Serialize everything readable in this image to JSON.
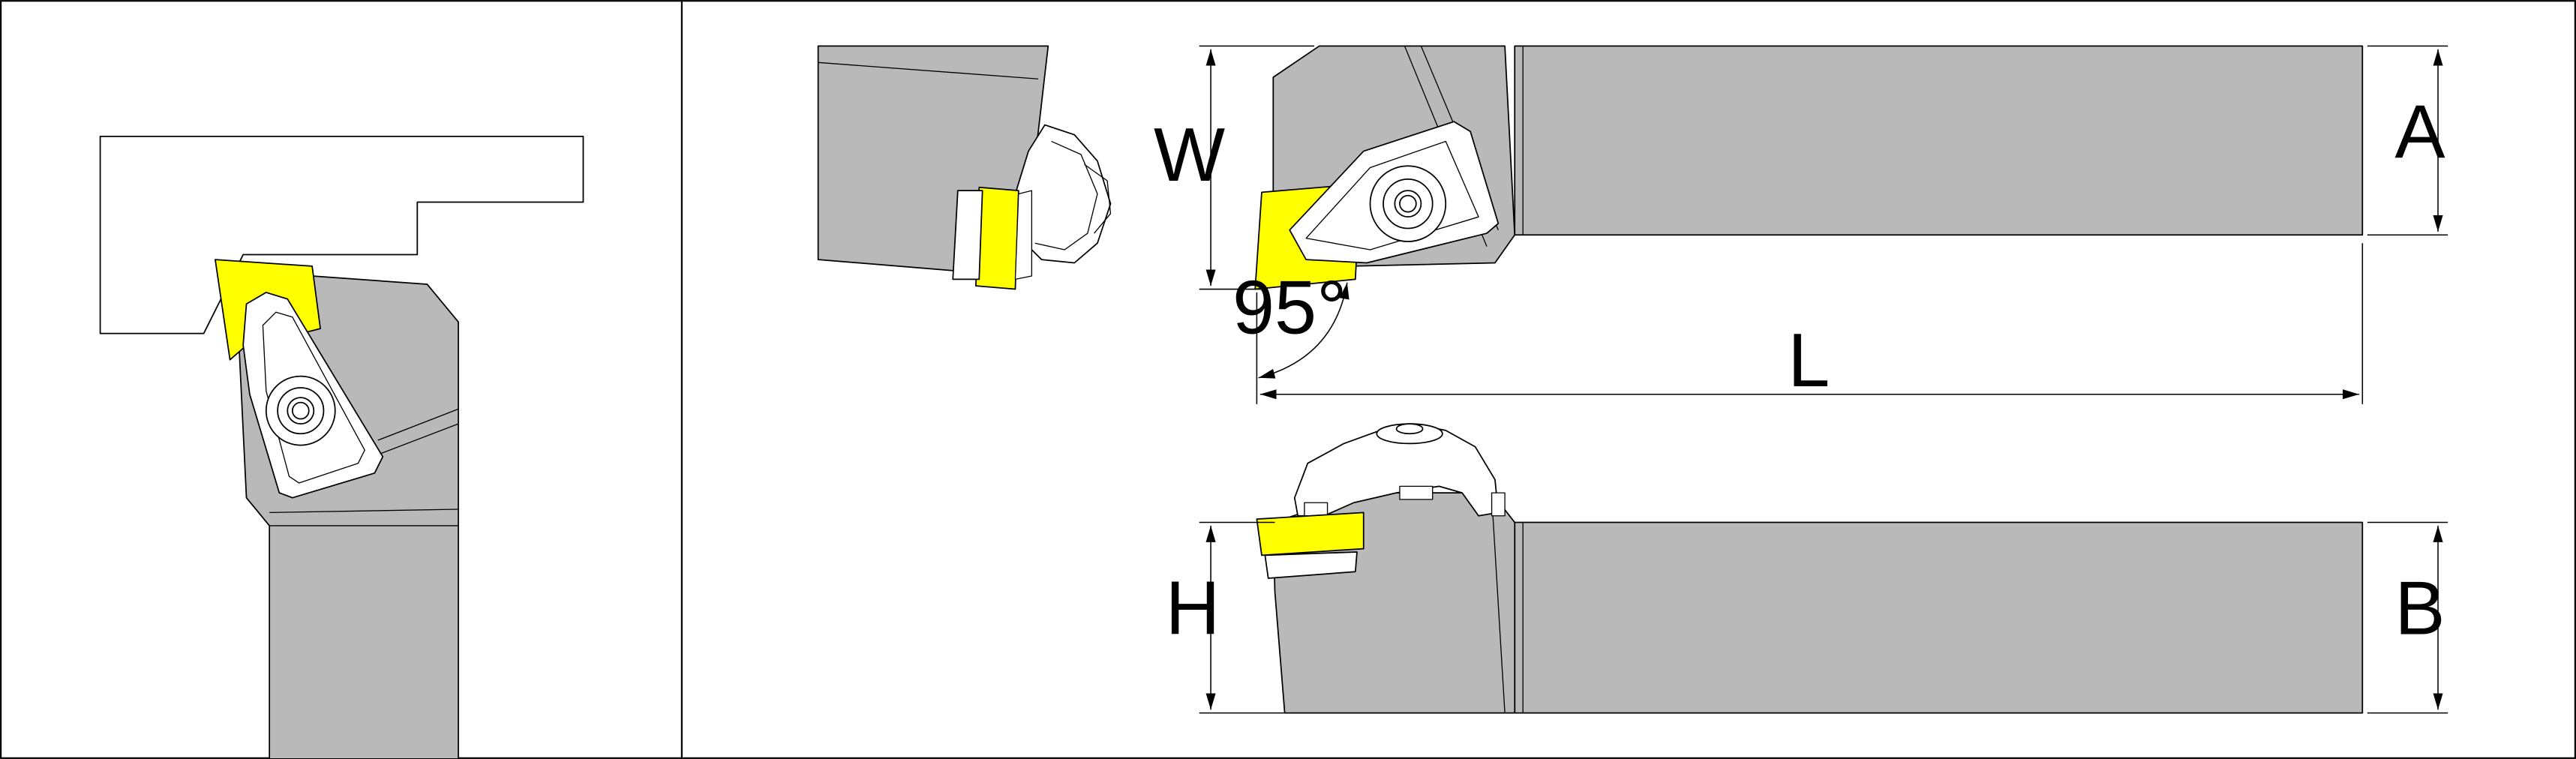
{
  "dimensions": {
    "width_label": "W",
    "a_label": "A",
    "length_label": "L",
    "height_label": "H",
    "b_label": "B",
    "angle_label": "95°"
  },
  "colors": {
    "holder": "#b9b9b9",
    "insert": "#ffff00",
    "line": "#000000",
    "background": "#ffffff"
  }
}
